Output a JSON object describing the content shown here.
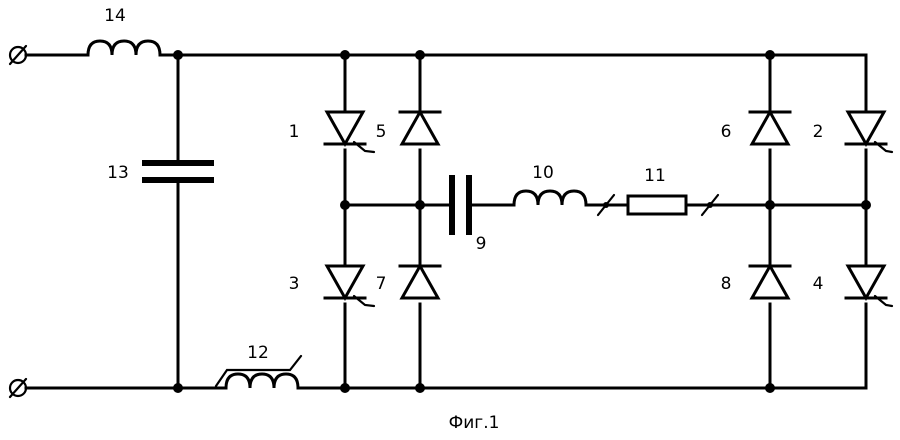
{
  "figure": {
    "caption": "Фиг.1"
  },
  "components": {
    "thyristor_1": "1",
    "thyristor_2": "2",
    "thyristor_3": "3",
    "thyristor_4": "4",
    "diode_5": "5",
    "diode_6": "6",
    "diode_7": "7",
    "diode_8": "8",
    "capacitor_9": "9",
    "inductor_10": "10",
    "resistor_11": "11",
    "inductor_12": "12",
    "capacitor_13": "13",
    "inductor_14": "14"
  }
}
